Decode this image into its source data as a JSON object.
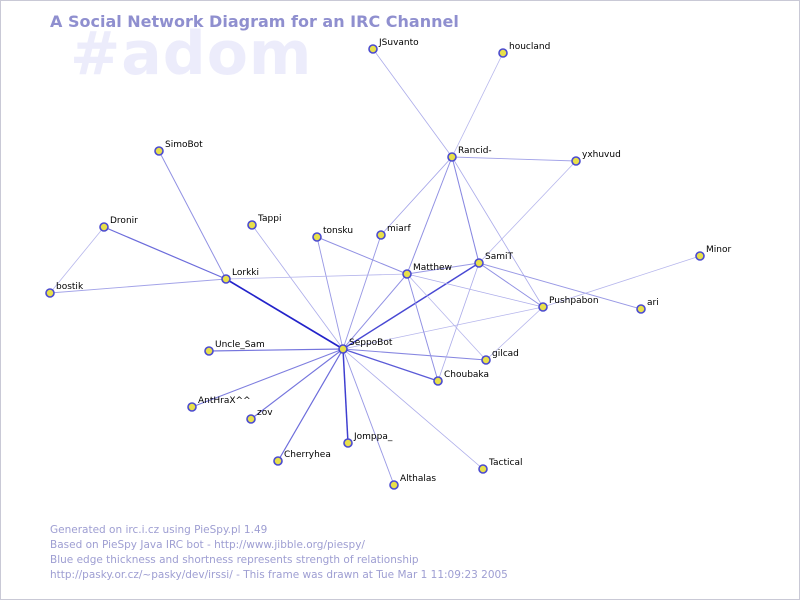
{
  "watermark": "#adom",
  "title": "A Social Network Diagram for an IRC Channel",
  "footer": [
    "Generated on irc.i.cz using PieSpy.pl 1.49",
    "Based on PieSpy Java IRC bot - http://www.jibble.org/piespy/",
    "Blue edge thickness and shortness represents strength of relationship",
    "http://pasky.or.cz/~pasky/dev/irssi/ - This frame was drawn at Tue Mar  1 11:09:23 2005"
  ],
  "colors": {
    "node_fill": "#e8e04a",
    "node_stroke": "#4a4ad0",
    "edge_strong": "#1a1ac8",
    "edge_weak": "#d0d0f2",
    "title": "#8f8fcf",
    "watermark": "#ececfb",
    "footer": "#9e9ed2"
  },
  "diagram": {
    "nodes": [
      {
        "id": "JSuvanto",
        "label": "JSuvanto"
      },
      {
        "id": "houcland",
        "label": "houcland"
      },
      {
        "id": "SimoBot",
        "label": "SimoBot"
      },
      {
        "id": "Rancid-",
        "label": "Rancid-"
      },
      {
        "id": "yxhuvud",
        "label": "yxhuvud"
      },
      {
        "id": "Dronir",
        "label": "Dronir"
      },
      {
        "id": "Tappi",
        "label": "Tappi"
      },
      {
        "id": "tonsku",
        "label": "tonsku"
      },
      {
        "id": "miarf",
        "label": "miarf"
      },
      {
        "id": "SamiT",
        "label": "SamiT"
      },
      {
        "id": "Minor",
        "label": "Minor"
      },
      {
        "id": "Lorkki",
        "label": "Lorkki"
      },
      {
        "id": "Matthew",
        "label": "Matthew"
      },
      {
        "id": "bostik",
        "label": "bostik"
      },
      {
        "id": "Pushpabon",
        "label": "Pushpabon"
      },
      {
        "id": "ari",
        "label": "ari"
      },
      {
        "id": "Uncle_Sam",
        "label": "Uncle_Sam"
      },
      {
        "id": "SeppoBot",
        "label": "SeppoBot"
      },
      {
        "id": "gilcad",
        "label": "gilcad"
      },
      {
        "id": "Choubaka",
        "label": "Choubaka"
      },
      {
        "id": "AntHraX^^",
        "label": "AntHraX^^"
      },
      {
        "id": "zov",
        "label": "zov"
      },
      {
        "id": "Jomppa_",
        "label": "Jomppa_"
      },
      {
        "id": "Cherryhea",
        "label": "Cherryhea"
      },
      {
        "id": "Tactical",
        "label": "Tactical"
      },
      {
        "id": "Althalas",
        "label": "Althalas"
      }
    ],
    "edges": [
      {
        "source": "SeppoBot",
        "target": "Lorkki",
        "strength": 0.95
      },
      {
        "source": "SeppoBot",
        "target": "SamiT",
        "strength": 0.75
      },
      {
        "source": "SeppoBot",
        "target": "Jomppa_",
        "strength": 0.8
      },
      {
        "source": "SeppoBot",
        "target": "Choubaka",
        "strength": 0.65
      },
      {
        "source": "SeppoBot",
        "target": "Uncle_Sam",
        "strength": 0.5
      },
      {
        "source": "SeppoBot",
        "target": "Cherryhea",
        "strength": 0.55
      },
      {
        "source": "SeppoBot",
        "target": "zov",
        "strength": 0.5
      },
      {
        "source": "SeppoBot",
        "target": "AntHraX^^",
        "strength": 0.45
      },
      {
        "source": "SeppoBot",
        "target": "gilcad",
        "strength": 0.4
      },
      {
        "source": "SeppoBot",
        "target": "Matthew",
        "strength": 0.35
      },
      {
        "source": "SeppoBot",
        "target": "tonsku",
        "strength": 0.3
      },
      {
        "source": "SeppoBot",
        "target": "miarf",
        "strength": 0.3
      },
      {
        "source": "SeppoBot",
        "target": "Tappi",
        "strength": 0.2
      },
      {
        "source": "SeppoBot",
        "target": "Althalas",
        "strength": 0.3
      },
      {
        "source": "SeppoBot",
        "target": "Tactical",
        "strength": 0.2
      },
      {
        "source": "SeppoBot",
        "target": "Pushpabon",
        "strength": 0.15
      },
      {
        "source": "Lorkki",
        "target": "Dronir",
        "strength": 0.55
      },
      {
        "source": "Lorkki",
        "target": "SimoBot",
        "strength": 0.35
      },
      {
        "source": "Lorkki",
        "target": "bostik",
        "strength": 0.25
      },
      {
        "source": "Lorkki",
        "target": "Matthew",
        "strength": 0.15
      },
      {
        "source": "Dronir",
        "target": "bostik",
        "strength": 0.15
      },
      {
        "source": "Rancid-",
        "target": "JSuvanto",
        "strength": 0.2
      },
      {
        "source": "Rancid-",
        "target": "houcland",
        "strength": 0.15
      },
      {
        "source": "Rancid-",
        "target": "yxhuvud",
        "strength": 0.25
      },
      {
        "source": "Rancid-",
        "target": "SamiT",
        "strength": 0.4
      },
      {
        "source": "Rancid-",
        "target": "Matthew",
        "strength": 0.35
      },
      {
        "source": "Rancid-",
        "target": "miarf",
        "strength": 0.25
      },
      {
        "source": "Rancid-",
        "target": "Pushpabon",
        "strength": 0.2
      },
      {
        "source": "yxhuvud",
        "target": "SamiT",
        "strength": 0.15
      },
      {
        "source": "SamiT",
        "target": "Matthew",
        "strength": 0.3
      },
      {
        "source": "SamiT",
        "target": "Pushpabon",
        "strength": 0.35
      },
      {
        "source": "SamiT",
        "target": "ari",
        "strength": 0.3
      },
      {
        "source": "SamiT",
        "target": "Choubaka",
        "strength": 0.2
      },
      {
        "source": "Matthew",
        "target": "tonsku",
        "strength": 0.35
      },
      {
        "source": "Matthew",
        "target": "Choubaka",
        "strength": 0.35
      },
      {
        "source": "Matthew",
        "target": "Pushpabon",
        "strength": 0.2
      },
      {
        "source": "Matthew",
        "target": "gilcad",
        "strength": 0.15
      },
      {
        "source": "Pushpabon",
        "target": "Minor",
        "strength": 0.15
      },
      {
        "source": "Pushpabon",
        "target": "gilcad",
        "strength": 0.15
      }
    ]
  }
}
